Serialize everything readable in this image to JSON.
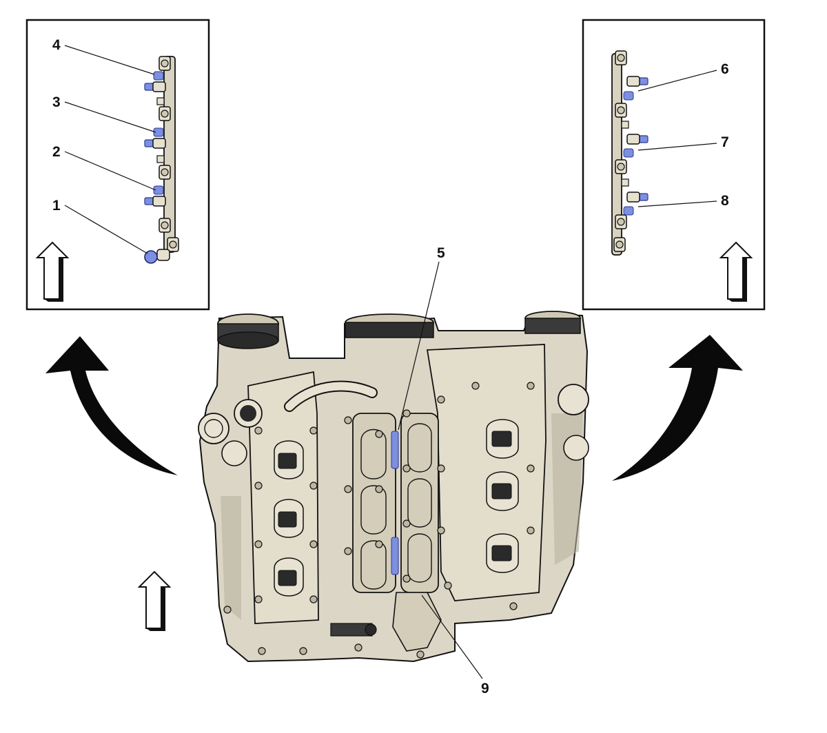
{
  "colors": {
    "engine_body": "#dcd6c6",
    "engine_shadow": "#b9b2a0",
    "outline": "#1a1a1a",
    "injector_highlight": "#7c8fe0",
    "background": "#ffffff"
  },
  "callouts": {
    "c1": "1",
    "c2": "2",
    "c3": "3",
    "c4": "4",
    "c5": "5",
    "c6": "6",
    "c7": "7",
    "c8": "8",
    "c9": "9"
  },
  "icons": {
    "orientation_arrow": "up-arrow-icon",
    "curved_arrow": "curved-arrow-icon"
  }
}
